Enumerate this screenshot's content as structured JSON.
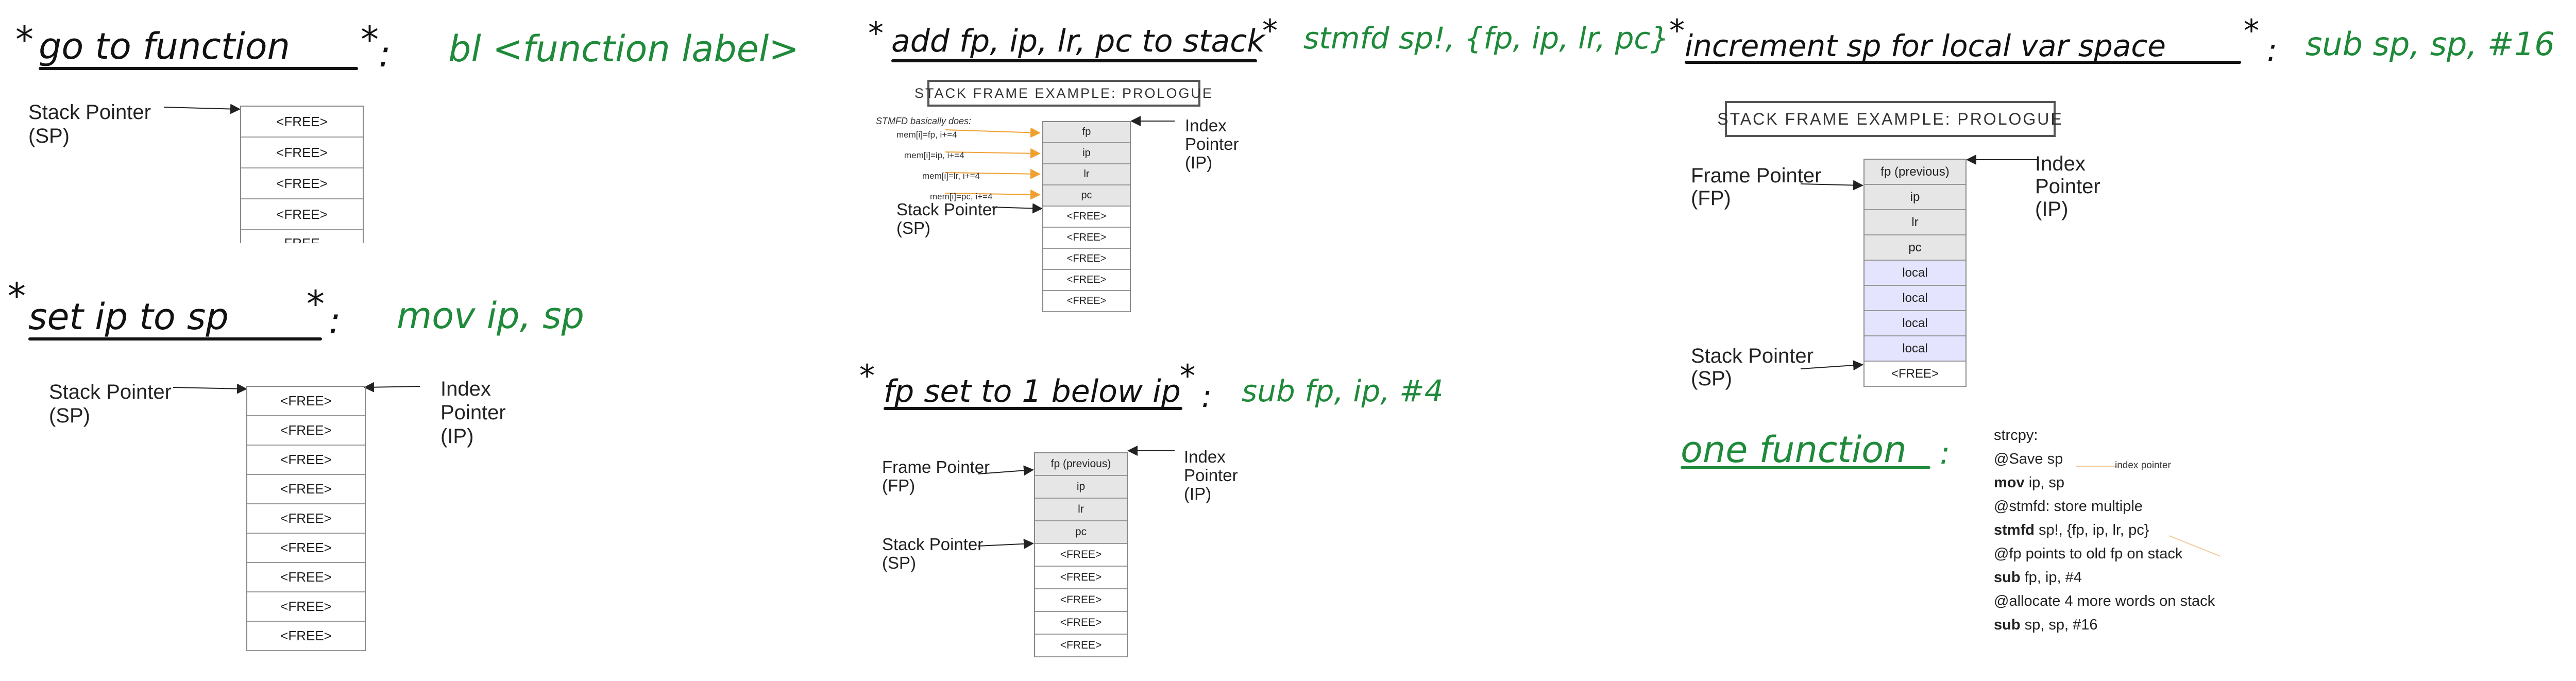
{
  "notes": {
    "goto": {
      "title": "go to function",
      "colon": ":",
      "code": "bl <function label>"
    },
    "setip": {
      "title": "set ip to sp",
      "colon": ":",
      "code": "mov ip, sp"
    },
    "addregs": {
      "title": "add fp, ip, lr, pc to stack",
      "code": "stmfd sp!, {fp, ip, lr, pc}"
    },
    "fpset": {
      "title": "fp set to 1 below ip",
      "colon": ":",
      "code": "sub fp, ip, #4"
    },
    "incsp": {
      "title": "increment sp for local var space",
      "colon": ":",
      "code": "sub sp, sp, #16"
    },
    "onefunc": {
      "title": "one function",
      "colon": ":"
    }
  },
  "star": "*",
  "labels": {
    "stack_pointer": "Stack Pointer",
    "sp": "(SP)",
    "index": "Index",
    "pointer": "Pointer",
    "ip": "(IP)",
    "frame_pointer": "Frame Pointer",
    "fp": "(FP)"
  },
  "cells": {
    "free": "<FREE>",
    "fp": "fp",
    "ip": "ip",
    "lr": "lr",
    "pc": "pc",
    "fp_prev": "fp (previous)",
    "local": "local",
    "free_cut": "FREE"
  },
  "banner": "STACK FRAME EXAMPLE: PROLOGUE",
  "stmfd_notes": {
    "title": "STMFD basically does:",
    "lines": [
      "mem[i]=fp, i+=4",
      "mem[i]=ip, i+=4",
      "mem[i]=lr, i+=4",
      "mem[i]=pc, i+=4"
    ]
  },
  "strcpy": {
    "header": "strcpy:",
    "save": "@Save sp",
    "index_note": "index pointer",
    "mov_kw": "mov",
    "mov_args": " ip, sp",
    "stmfd_comment": "@stmfd: store multiple",
    "stmfd_kw": "stmfd",
    "stmfd_args": " sp!, {fp, ip, lr, pc}",
    "fp_comment": "@fp points to old fp on stack",
    "sub1_kw": "sub",
    "sub1_args": " fp, ip, #4",
    "alloc_comment": "@allocate 4 more words on stack",
    "sub2_kw": "sub",
    "sub2_args": " sp, sp, #16"
  },
  "colors": {
    "green_ink": "#1e8a3a",
    "black_ink": "#111111",
    "orange_arrow": "#f0a030",
    "local_fill": "#e4e4ff",
    "reg_fill": "#e6e6e6"
  }
}
